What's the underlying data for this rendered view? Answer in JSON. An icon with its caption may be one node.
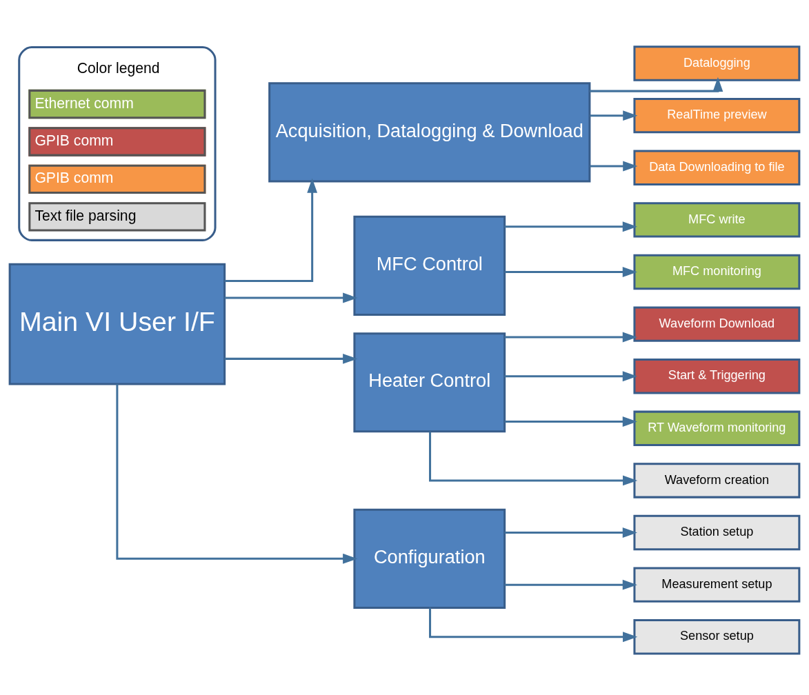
{
  "diagram": {
    "nodes": [
      {
        "text": [
          "Main VI User I/F"
        ]
      },
      {
        "text": [
          "Acquisition, Datalogging & Download"
        ]
      },
      {
        "text": [
          "MFC Control"
        ]
      },
      {
        "text": [
          "Heater Control"
        ]
      },
      {
        "text": [
          "Configuration"
        ]
      },
      {
        "text": [
          "Datalogging"
        ]
      },
      {
        "text": [
          "RealTime preview"
        ]
      },
      {
        "text": [
          "Data Downloading to file"
        ]
      },
      {
        "text": [
          "MFC write"
        ]
      },
      {
        "text": [
          "MFC monitoring"
        ]
      },
      {
        "text": [
          "Waveform Download"
        ]
      },
      {
        "text": [
          "Start & Triggering"
        ]
      },
      {
        "text": [
          "RT Waveform monitoring"
        ]
      },
      {
        "text": [
          "Waveform creation"
        ]
      },
      {
        "text": [
          "Station setup"
        ]
      },
      {
        "text": [
          "Measurement setup"
        ]
      },
      {
        "text": [
          "Sensor setup"
        ]
      }
    ],
    "edges": [
      {
        "from": 0,
        "to": 1,
        "arrow": "to"
      },
      {
        "from": 0,
        "to": 2,
        "arrow": "to"
      },
      {
        "from": 0,
        "to": 3,
        "arrow": "to"
      },
      {
        "from": 0,
        "to": 4,
        "arrow": "to"
      },
      {
        "from": 1,
        "to": 5,
        "arrow": "to"
      },
      {
        "from": 1,
        "to": 6,
        "arrow": "to"
      },
      {
        "from": 1,
        "to": 7,
        "arrow": "to"
      },
      {
        "from": 2,
        "to": 8,
        "arrow": "to"
      },
      {
        "from": 2,
        "to": 9,
        "arrow": "to"
      },
      {
        "from": 3,
        "to": 10,
        "arrow": "to"
      },
      {
        "from": 3,
        "to": 11,
        "arrow": "to"
      },
      {
        "from": 3,
        "to": 12,
        "arrow": "to"
      },
      {
        "from": 3,
        "to": 13,
        "arrow": "to"
      },
      {
        "from": 4,
        "to": 14,
        "arrow": "to"
      },
      {
        "from": 4,
        "to": 15,
        "arrow": "to"
      },
      {
        "from": 4,
        "to": 16,
        "arrow": "to"
      }
    ],
    "labels": [
      "Color legend"
    ],
    "legend": [
      {
        "text": "Ethernet comm",
        "color": "#9bbb59"
      },
      {
        "text": "GPIB comm",
        "color": "#c0504d"
      },
      {
        "text": "GPIB comm",
        "color": "#f79646"
      },
      {
        "text": "Text file parsing",
        "color": "#d9d9d9"
      }
    ]
  }
}
